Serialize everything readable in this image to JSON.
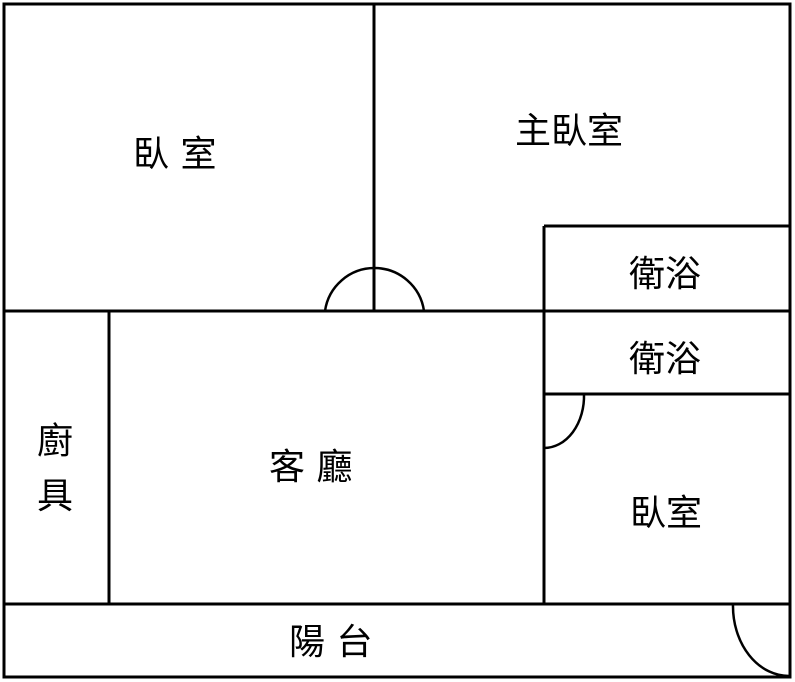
{
  "rooms": {
    "bedroom_1": "臥 室",
    "master_bedroom": "主臥室",
    "bathroom_1": "衛浴",
    "bathroom_2": "衛浴",
    "living_room": "客 廳",
    "kitchen_line1": "廚",
    "kitchen_line2": "具",
    "bedroom_2": "臥室",
    "balcony": "陽 台"
  },
  "colors": {
    "wall": "#000000",
    "background": "#ffffff"
  }
}
